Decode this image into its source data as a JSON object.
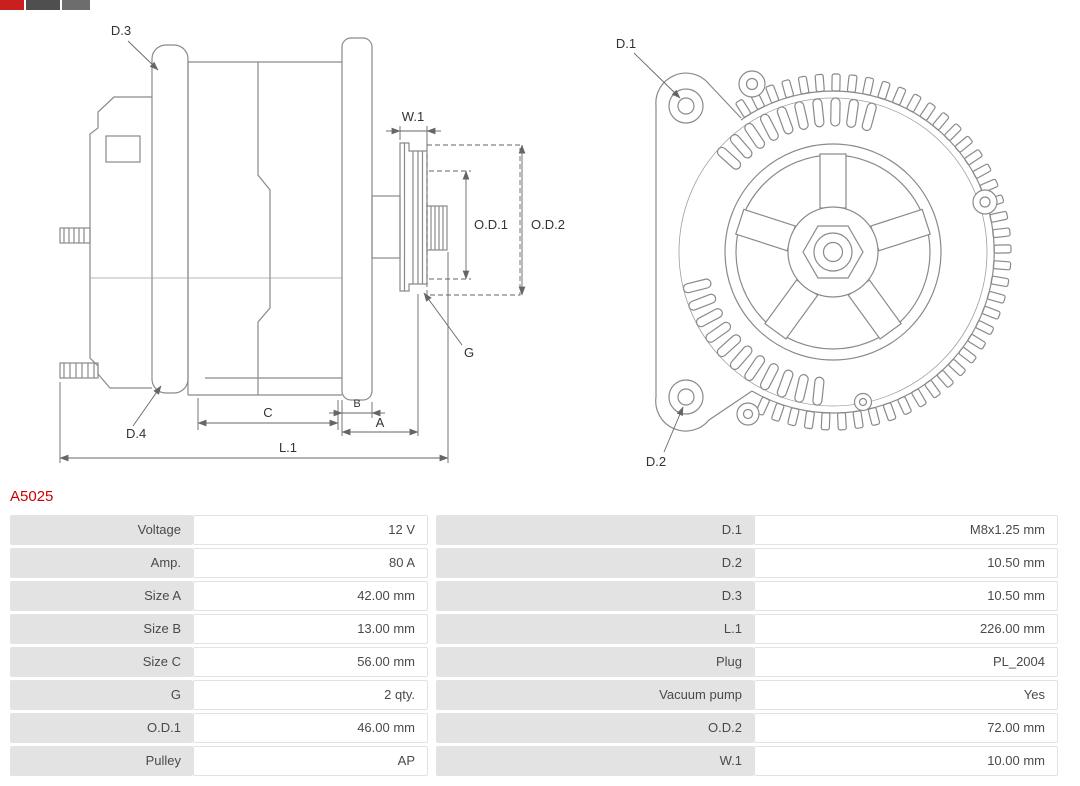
{
  "logo": {
    "icon": "as-pl-logo-cropped"
  },
  "part_number": "A5025",
  "accent_color": "#cc0000",
  "drawing": {
    "side": {
      "d3": "D.3",
      "d4": "D.4",
      "w1": "W.1",
      "od1": "O.D.1",
      "od2": "O.D.2",
      "g": "G",
      "c": "C",
      "b": "B",
      "a": "A",
      "l1": "L.1"
    },
    "front": {
      "d1": "D.1",
      "d2": "D.2"
    }
  },
  "spec_table": {
    "rows": [
      [
        "Voltage",
        "12 V",
        "D.1",
        "M8x1.25 mm"
      ],
      [
        "Amp.",
        "80 A",
        "D.2",
        "10.50 mm"
      ],
      [
        "Size A",
        "42.00 mm",
        "D.3",
        "10.50 mm"
      ],
      [
        "Size B",
        "13.00 mm",
        "L.1",
        "226.00 mm"
      ],
      [
        "Size C",
        "56.00 mm",
        "Plug",
        "PL_2004"
      ],
      [
        "G",
        "2 qty.",
        "Vacuum pump",
        "Yes"
      ],
      [
        "O.D.1",
        "46.00 mm",
        "O.D.2",
        "72.00 mm"
      ],
      [
        "Pulley",
        "AP",
        "W.1",
        "10.00 mm"
      ]
    ]
  }
}
